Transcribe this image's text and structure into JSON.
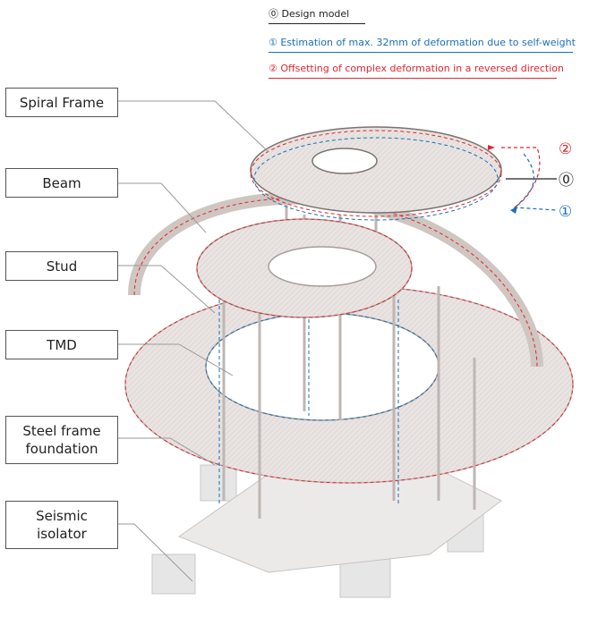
{
  "legend": [
    {
      "marker": "⓪",
      "text": "Design model",
      "color": "#222222"
    },
    {
      "marker": "①",
      "text": "Estimation of max. 32mm of deformation due to self-weight",
      "color": "#1a6fb8"
    },
    {
      "marker": "②",
      "text": "Offsetting of complex deformation in a reversed direction",
      "color": "#e0262f"
    }
  ],
  "labels": [
    {
      "id": "spiral-frame",
      "text": "Spiral Frame"
    },
    {
      "id": "beam",
      "text": "Beam"
    },
    {
      "id": "stud",
      "text": "Stud"
    },
    {
      "id": "tmd",
      "text": "TMD"
    },
    {
      "id": "steel-frame-foundation",
      "text": "Steel frame\nfoundation"
    },
    {
      "id": "seismic-isolator",
      "text": "Seismic\nisolator"
    }
  ],
  "markers": {
    "red": "②",
    "black": "⓪",
    "blue": "①"
  },
  "colors": {
    "design": "#222222",
    "self_weight": "#1a6fb8",
    "offset": "#e0262f",
    "structure": "#cfc6c2",
    "structure_dark": "#a79d99"
  }
}
